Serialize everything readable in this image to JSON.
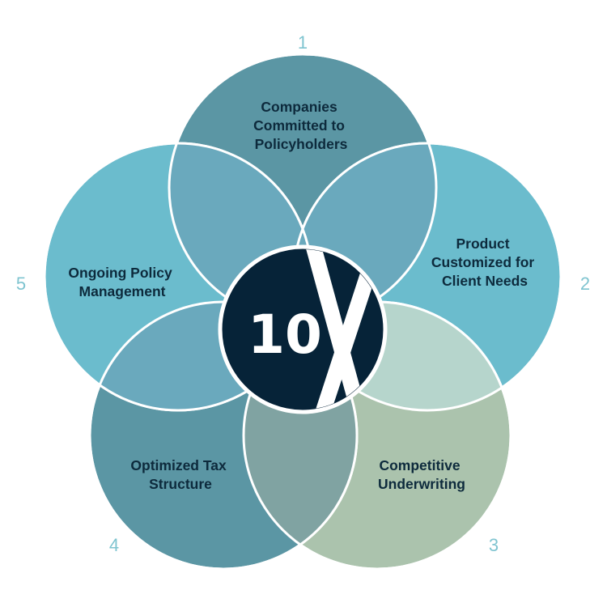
{
  "center": {
    "label": "10"
  },
  "petals": [
    {
      "number": "1",
      "lines": [
        "Companies",
        "Committed to",
        "Policyholders"
      ],
      "color": "#5b96a4"
    },
    {
      "number": "2",
      "lines": [
        "Product",
        "Customized for",
        "Client Needs"
      ],
      "color": "#6bbccd"
    },
    {
      "number": "3",
      "lines": [
        "Competitive",
        "Underwriting"
      ],
      "color": "#abc3ad"
    },
    {
      "number": "4",
      "lines": [
        "Optimized Tax",
        "Structure"
      ],
      "color": "#5b96a4"
    },
    {
      "number": "5",
      "lines": [
        "Ongoing Policy",
        "Management"
      ],
      "color": "#6bbccd"
    }
  ],
  "overlaps": [
    {
      "between": [
        "1",
        "5"
      ],
      "color": "#6aa9bd"
    },
    {
      "between": [
        "1",
        "2"
      ],
      "color": "#6aa9bd"
    },
    {
      "between": [
        "2",
        "3"
      ],
      "color": "#b6d5cc"
    },
    {
      "between": [
        "3",
        "4"
      ],
      "color": "#80a3a2"
    },
    {
      "between": [
        "4",
        "5"
      ],
      "color": "#6aa9bd"
    }
  ],
  "center_color": "#062338",
  "outline_color": "#ffffff",
  "number_color": "#7fc4d0"
}
